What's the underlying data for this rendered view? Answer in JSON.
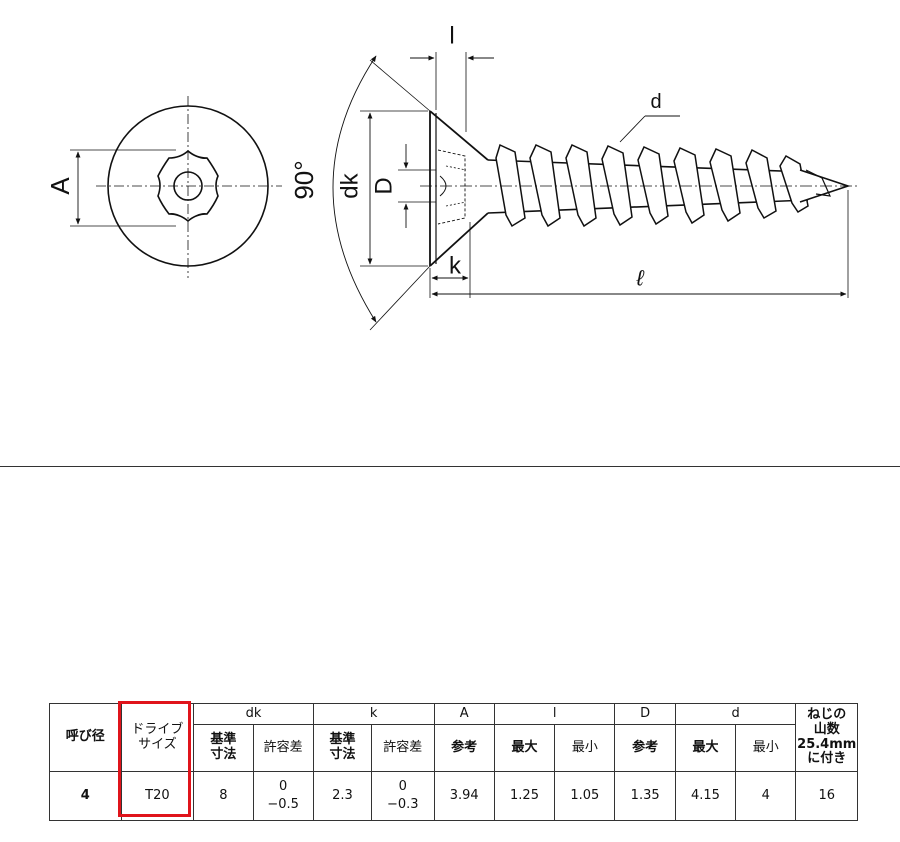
{
  "drawing": {
    "labels": {
      "A": "A",
      "angle": "90°",
      "dk": "dk",
      "D": "D",
      "l_small": "l",
      "d": "d",
      "k": "k",
      "length": "ℓ"
    }
  },
  "table": {
    "headers": {
      "nominal": "呼び径",
      "drive_size_line1": "ドライブ",
      "drive_size_line2": "サイズ",
      "dk": "dk",
      "k": "k",
      "A": "A",
      "l": "l",
      "D": "D",
      "d": "d",
      "threads_line1": "ねじの",
      "threads_line2": "山数",
      "threads_line3": "25.4mm",
      "threads_line4": "に付き",
      "basic_line1": "基準",
      "basic_line2": "寸法",
      "tolerance": "許容差",
      "reference": "参考",
      "max": "最大",
      "min": "最小"
    },
    "row": {
      "nominal": "4",
      "drive_size": "T20",
      "dk_basic": "8",
      "dk_tol_upper": "0",
      "dk_tol_lower": "−0.5",
      "k_basic": "2.3",
      "k_tol_upper": "0",
      "k_tol_lower": "−0.3",
      "A_ref": "3.94",
      "l_max": "1.25",
      "l_min": "1.05",
      "D_ref": "1.35",
      "d_max": "4.15",
      "d_min": "4",
      "threads": "16"
    },
    "highlight_color": "#e0141b"
  }
}
